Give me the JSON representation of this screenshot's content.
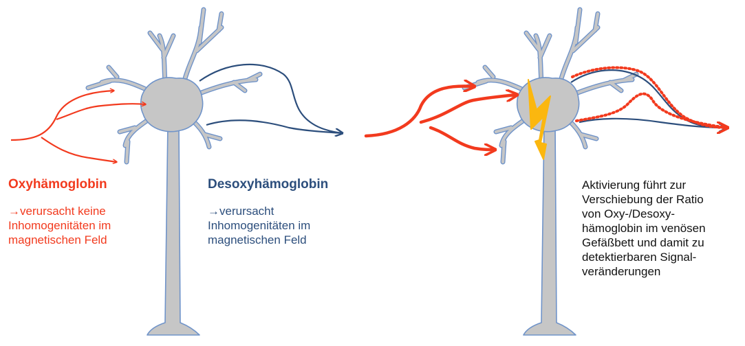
{
  "labels": {
    "oxy_title": "Oxyhämoglobin",
    "oxy_desc": [
      "→verursacht keine",
      "Inhomogenitäten im",
      "magnetischen Feld"
    ],
    "desoxy_title": "Desoxyhämoglobin",
    "desoxy_desc": [
      "→verursacht",
      "Inhomogenitäten im",
      "magnetischen Feld"
    ],
    "activation_desc": [
      "Aktivierung führt zur",
      "Verschiebung der Ratio",
      "von Oxy-/Desoxy-",
      "hämoglobin im venösen",
      "Gefäßbett und damit zu",
      "detektierbaren Signal-",
      "veränderungen"
    ]
  },
  "colors": {
    "oxy": "#f23a1e",
    "desoxy": "#2c4e7c",
    "neuron_fill": "#c6c6c6",
    "neuron_outline": "#6f93c9",
    "bolt": "#fbb70f",
    "text": "#111111"
  },
  "icons": [
    "neuron-icon",
    "lightning-icon"
  ]
}
